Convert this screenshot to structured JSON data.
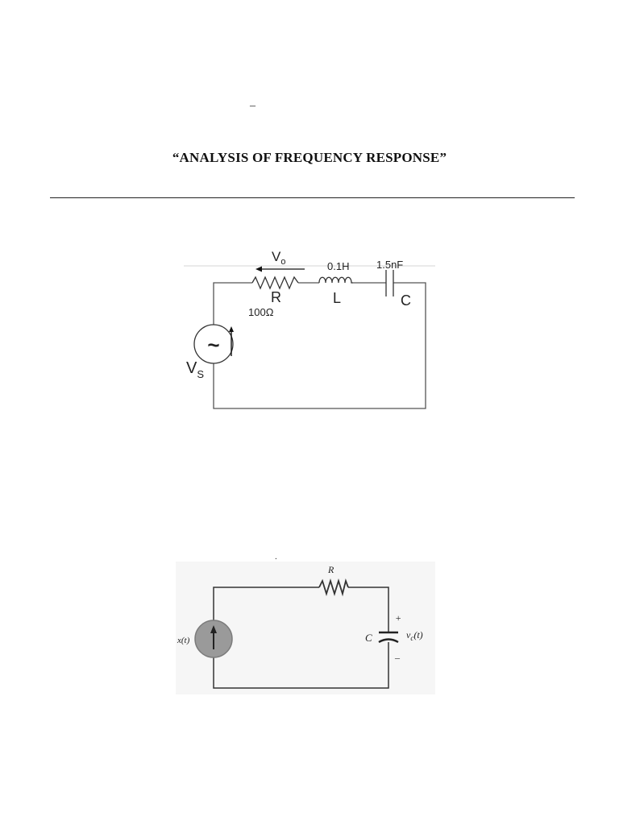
{
  "header": {
    "dash": "–",
    "title": "“ANALYSIS OF FREQUENCY RESPONSE”"
  },
  "circuit1": {
    "output_label": "V",
    "output_sub": "o",
    "resistor_label": "R",
    "resistor_value": "100Ω",
    "inductor_label": "L",
    "inductor_value": "0.1H",
    "capacitor_label": "C",
    "capacitor_value": "1.5nF",
    "source_label": "V",
    "source_sub": "S",
    "source_symbol": "~"
  },
  "circuit2": {
    "resistor_label": "R",
    "capacitor_label": "C",
    "source_label": "x(t)",
    "voltage_label": "v",
    "voltage_sub": "c",
    "voltage_arg": "(t)",
    "plus": "+",
    "minus": "–",
    "dot": "·"
  }
}
